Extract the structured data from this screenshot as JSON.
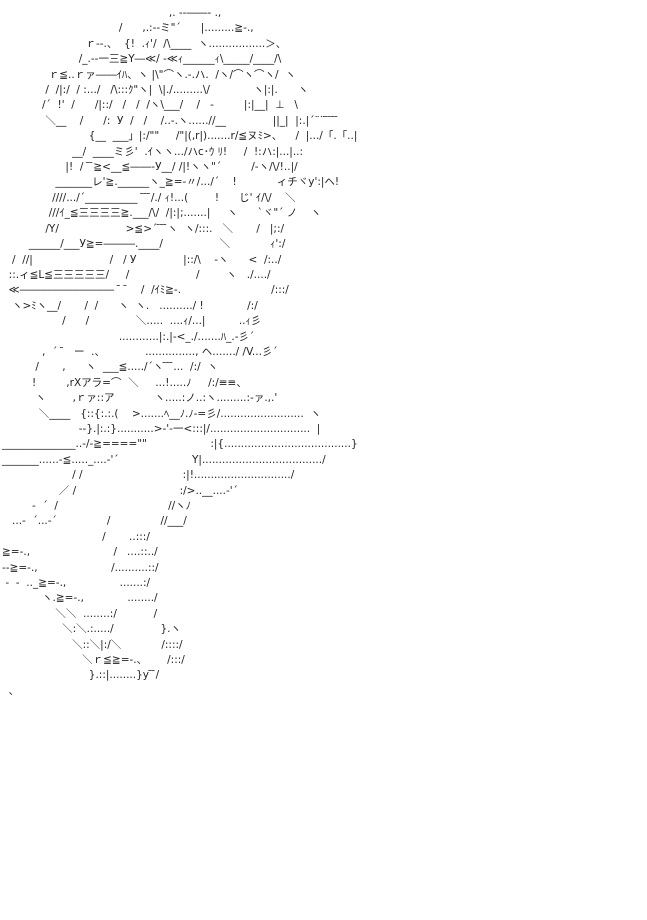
{
  "art": {
    "text_color": "#222222",
    "background_color": "#ffffff",
    "lines": [
      "                                                  ,. --――- .,",
      "                                   /      ,.:-‐ミ\"´      |.........≧-.,",
      "                         ｒ‐-.、  {!  .ｨ'/  /\\____  ヽ.................＞、",
      "                       /_.-‐一三≧Y―≪/ -≪ｨ______ｨ\\_____/____/\\",
      "              ｒ≦..ｒァ――ｲﾊ、ヽ |\\\"⌒ヽ.-.ハ.  /ヽ/⌒ヽ⌒ヽ/  ヽ",
      "             /  /|:/  / :.../   /\\:::ｸ\"ヽ|  \\|./.........\\/             ヽ|:|.      ヽ",
      "            /´  !'  /      /|::/   /   /  /ヽ\\___/    /   ‐         |:|__|  ⊥   \\",
      "             ＼__    /      /:  У  /   /    /..-.ヽ......//__              ||_|  |:.|´¨¨ ̄ ̄ ̄ ̄",
      "                          {__  ___」|:/\"\"     /\"|(,r|).......r/≦ヌﾐ>、    /  |.../「.「..|",
      "                     __/  ____ミ彡'  .ｲヽヽ.../ハc･ｳ ﾘ!     /  !:ハ:|...|..:",
      "                   |!  /  ̄ ̄≧<__≦――‐У__/ /|!ヽヽ\"´         /‐ヽ/\\/!..|/",
      "                _______レ'≧.______ヽ_≧=-〃/.../´    !            ィチヾy':|ヘ!",
      "               ////.../´__________  ̄ ̄ ̄/./ ｨ!...(        !      じ' ｲ/\\/    ＼",
      "              ///ｲ_≦三三三三≧.___/\\/  /|:|;.......|     ヽ      `ヾ\"´ ノ    ヽ",
      "             /Y/                    >≦>´ ̄ ̄ ̄ヽ  ヽ/:::.   ＼       /   |;:/",
      "        ______/___У≧=―――.____/                 ＼            ｨ':/",
      "   /  //|                       /   / У              |::/\\    -ヽ      <  /:../",
      "  ::.ィ≦L≦三三三三三/     /                    /        ヽ   ./..../",
      "  ≪―――――――――  ̄  ̄    /  /ｲﾐ≧‐.                           /:::/",
      "   ヽ>ﾐヽ__/       /  /      ヽ  ヽ.   ........../ !             /:/",
      "                  /      /              ＼.....  ....ｨ/...|          ..ｨ彡",
      "                                   ............|:.|‐<_./.......ﾊ_.-彡´",
      "            ,  ´  ̄   ー  .、            ..............., ヘ......./ /V...彡´",
      "          /       ,      ヽ  ___≦...../´ヽ ̄ ̄ ̄...  /:/  ヽ",
      "         !         ,rXアラ=⌒  ＼     ...!.....ﾉ     /:/≡≡、",
      "          ヽ        ,ｒァ::ア            ヽ.....:ノ..:ヽ.........:‐ァ.,.'",
      "           ＼____   {::{:.:.(    >.......ﾍ__ﾉ.ﾉ‐=彡/.........................  ヽ",
      "                       ‐‐}.|:.:}...........>-'‐一<:::|/..............................  |",
      "______________..-/‐≧====\"\"                   :|{......................................}",
      "_______......-≦....._....-'´                      Y|..................................../",
      "                     / /                              :|!............................./",
      "                 ／ /                               :/>..__....-'´",
      "         -  ´  /                                 //ヽﾉ",
      "   ...-  ´...-´               /               //___/",
      "                              /       ..:::/",
      "≧=-.,                         /   ....::../",
      "‐‐≧=-.,                      /..........::/",
      " ‐  ‐  .._≧=-.,                .......:/",
      "            ヽ.≧=-.,             ......../",
      "                ＼＼  ........:/           /",
      "                  ＼:＼.:...../              }.ヽ",
      "                     ＼::＼|:/＼            /::::/",
      "                        ＼ｒ≦≧=-.、      /:::/",
      "                          }.::|........}y ̄ ̄/",
      "  、"
    ]
  }
}
